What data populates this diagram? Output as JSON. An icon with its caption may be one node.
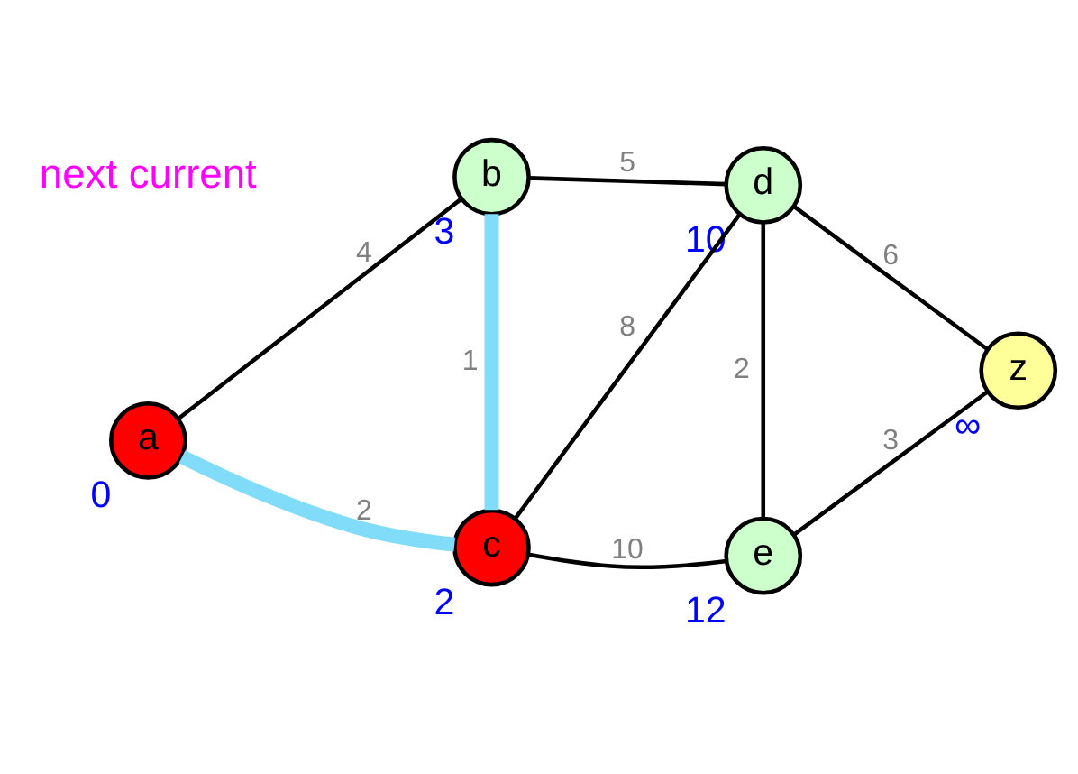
{
  "diagram": {
    "nodes": [
      {
        "text": [
          "a"
        ],
        "beside": [
          "0"
        ]
      },
      {
        "text": [
          "b"
        ],
        "beside": [
          "3"
        ]
      },
      {
        "text": [
          "c"
        ],
        "beside": [
          "2"
        ]
      },
      {
        "text": [
          "d"
        ],
        "beside": [
          "10"
        ]
      },
      {
        "text": [
          "e"
        ],
        "beside": [
          "12"
        ]
      },
      {
        "text": [
          "z"
        ],
        "beside": [
          "∞"
        ]
      }
    ],
    "edges": [
      {
        "from": 0,
        "to": 1,
        "arrow": "none",
        "label": "4"
      },
      {
        "from": 0,
        "to": 2,
        "arrow": "none",
        "label": "2",
        "style": "thick",
        "color": "#80dcf8"
      },
      {
        "from": 1,
        "to": 2,
        "arrow": "none",
        "label": "1",
        "style": "thick",
        "color": "#80dcf8"
      },
      {
        "from": 1,
        "to": 3,
        "arrow": "none",
        "label": "5"
      },
      {
        "from": 2,
        "to": 3,
        "arrow": "none",
        "label": "8"
      },
      {
        "from": 2,
        "to": 4,
        "arrow": "none",
        "label": "10"
      },
      {
        "from": 3,
        "to": 4,
        "arrow": "none",
        "label": "2"
      },
      {
        "from": 3,
        "to": 5,
        "arrow": "none",
        "label": "6"
      },
      {
        "from": 4,
        "to": 5,
        "arrow": "none",
        "label": "3"
      }
    ],
    "labels": [
      "next current"
    ]
  }
}
